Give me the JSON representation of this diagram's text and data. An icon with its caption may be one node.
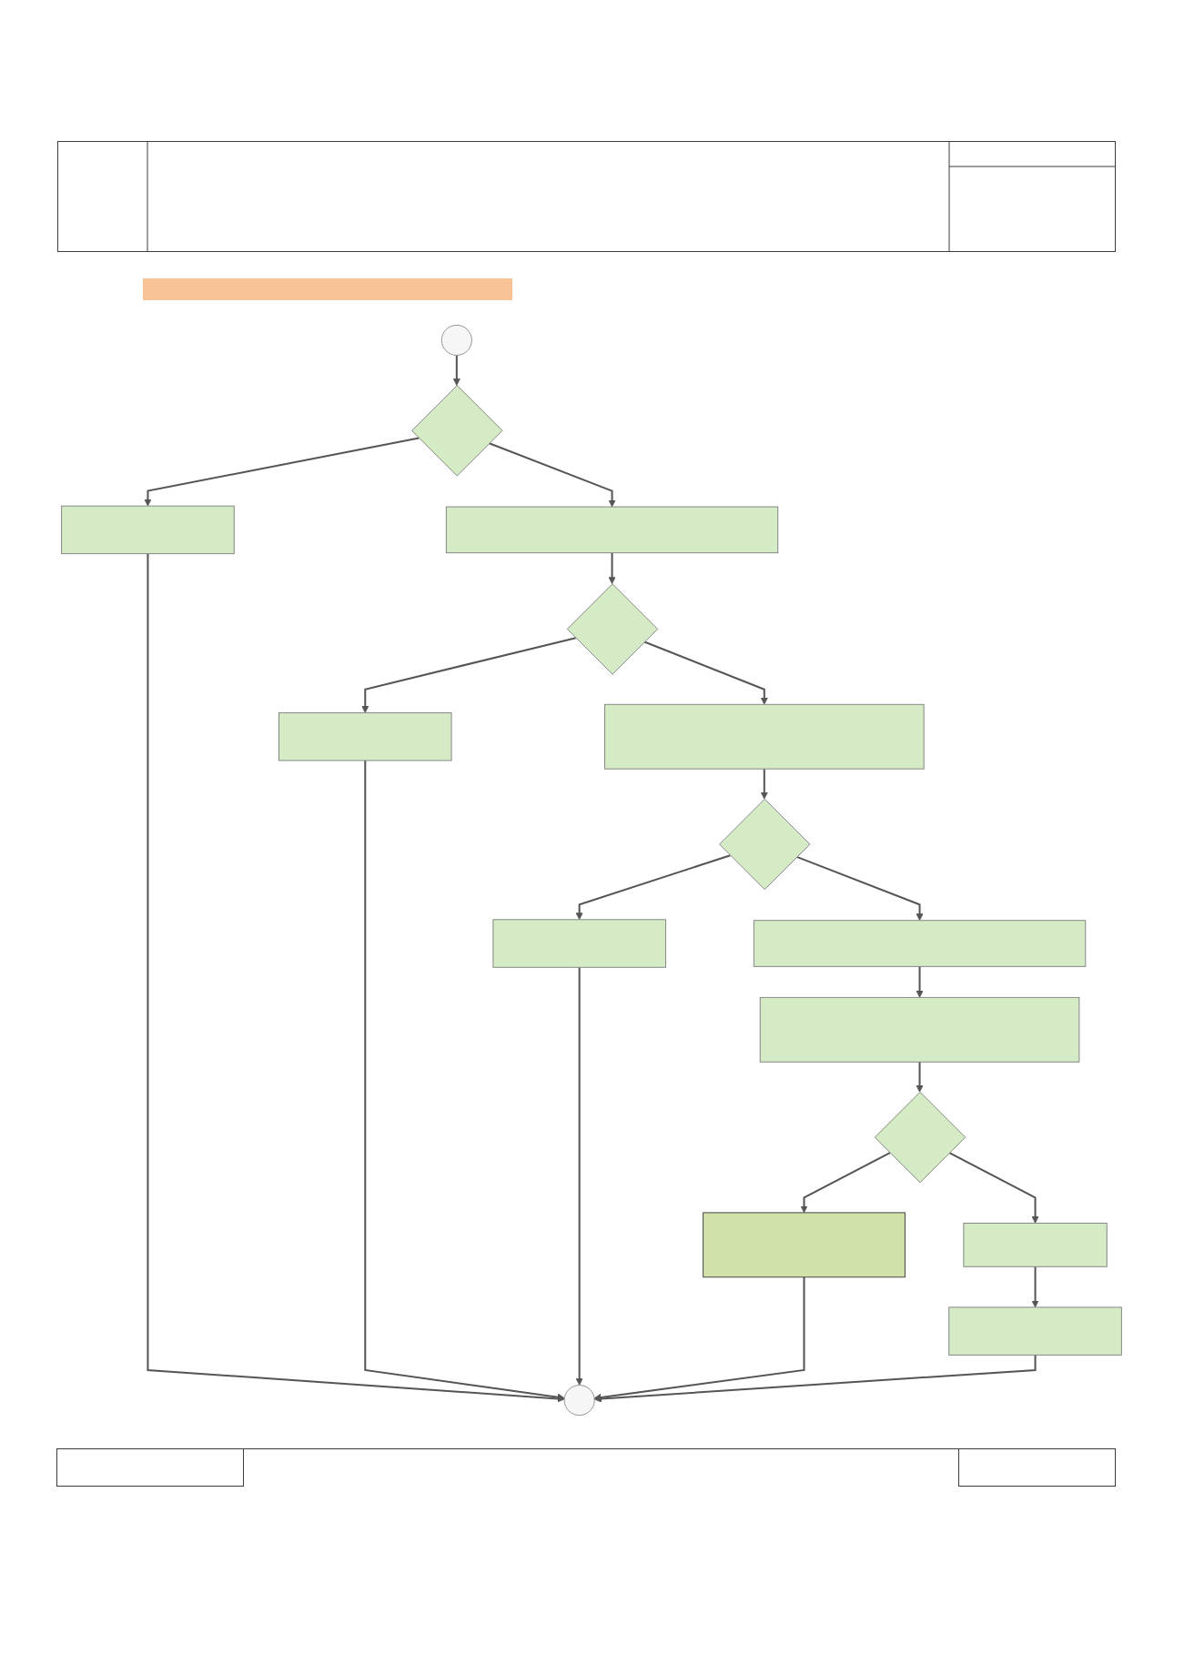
{
  "diagram": {
    "nodes": [
      {
        "text": [],
        "shape": "circle"
      },
      {
        "text": [],
        "shape": "circle"
      },
      {
        "text": [],
        "shape": "diamond"
      },
      {
        "text": [],
        "shape": "box"
      },
      {
        "text": [],
        "shape": "box"
      },
      {
        "text": [],
        "shape": "diamond"
      },
      {
        "text": [],
        "shape": "box"
      },
      {
        "text": [],
        "shape": "box"
      },
      {
        "text": [],
        "shape": "diamond"
      },
      {
        "text": [],
        "shape": "box"
      },
      {
        "text": [],
        "shape": "box"
      },
      {
        "text": [],
        "shape": "box"
      },
      {
        "text": [],
        "shape": "diamond"
      },
      {
        "text": [],
        "shape": "box"
      },
      {
        "text": [],
        "shape": "box"
      },
      {
        "text": [],
        "shape": "box"
      }
    ],
    "edges": [
      {
        "from": 0,
        "to": 2,
        "arrow": "to"
      },
      {
        "from": 2,
        "to": 3,
        "arrow": "to"
      },
      {
        "from": 3,
        "to": 1,
        "arrow": "to"
      },
      {
        "from": 2,
        "to": 4,
        "arrow": "to"
      },
      {
        "from": 4,
        "to": 5,
        "arrow": "to"
      },
      {
        "from": 5,
        "to": 6,
        "arrow": "to"
      },
      {
        "from": 6,
        "to": 1,
        "arrow": "to"
      },
      {
        "from": 5,
        "to": 7,
        "arrow": "to"
      },
      {
        "from": 7,
        "to": 8,
        "arrow": "to"
      },
      {
        "from": 8,
        "to": 9,
        "arrow": "to"
      },
      {
        "from": 9,
        "to": 1,
        "arrow": "to"
      },
      {
        "from": 8,
        "to": 10,
        "arrow": "to"
      },
      {
        "from": 10,
        "to": 11,
        "arrow": "to"
      },
      {
        "from": 11,
        "to": 12,
        "arrow": "to"
      },
      {
        "from": 12,
        "to": 13,
        "arrow": "to"
      },
      {
        "from": 13,
        "to": 1,
        "arrow": "to"
      },
      {
        "from": 12,
        "to": 14,
        "arrow": "to"
      },
      {
        "from": 14,
        "to": 15,
        "arrow": "to"
      },
      {
        "from": 15,
        "to": 1,
        "arrow": "to"
      }
    ]
  }
}
